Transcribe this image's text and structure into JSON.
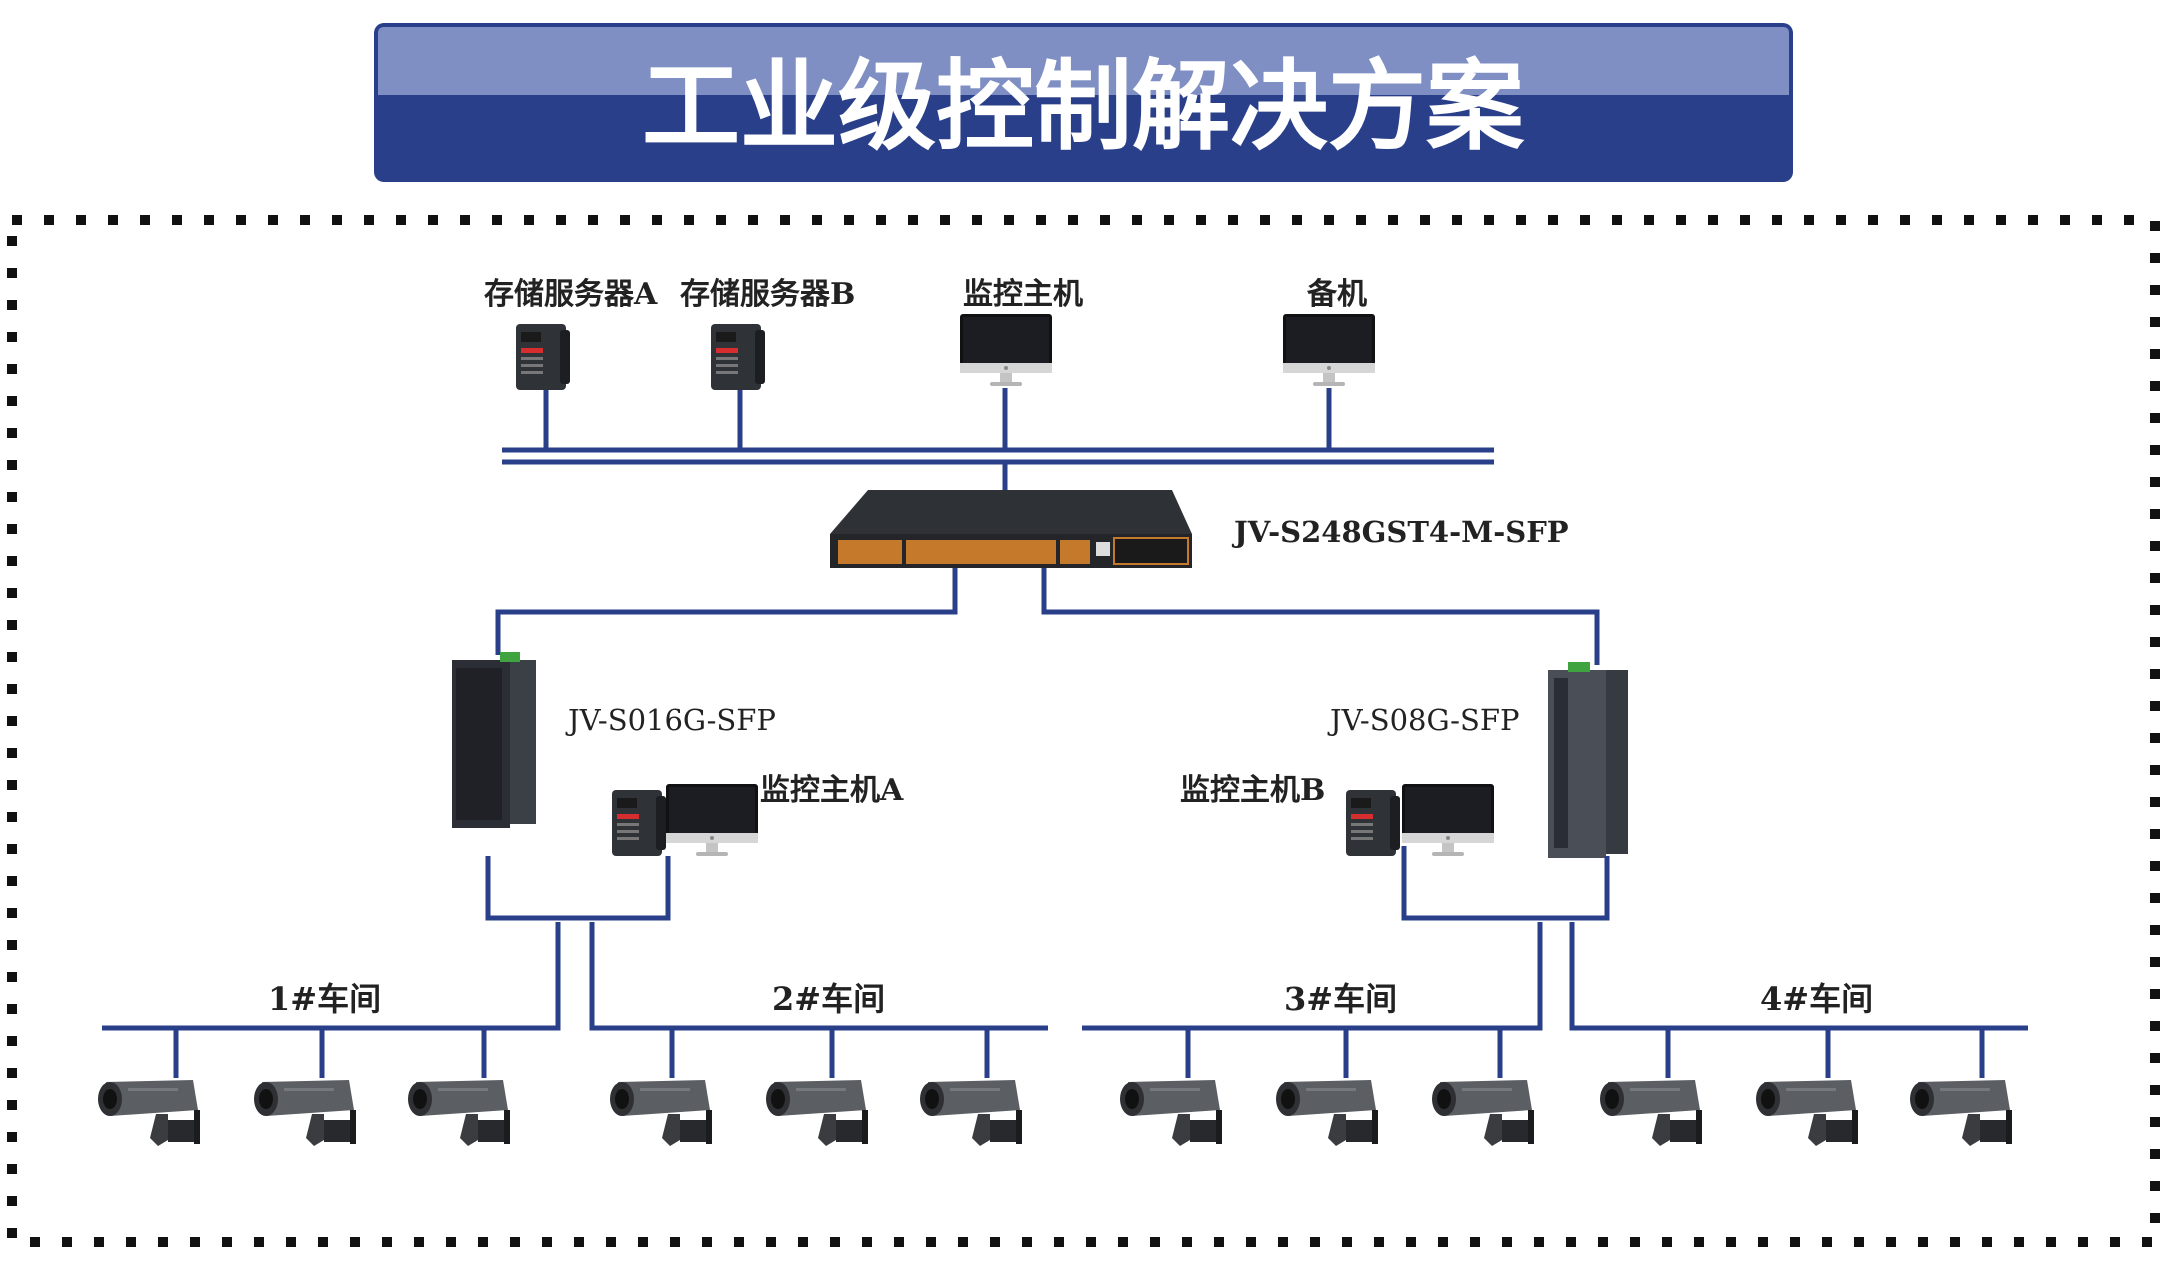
{
  "title": "工业级控制解决方案",
  "colors": {
    "title_bg": "#2a3f8a",
    "title_band": "#7f8fc4",
    "line": "#2a3f8a",
    "border_dots": "#111111",
    "device_body": "#33363b"
  },
  "top_nodes": {
    "storage_a": "存储服务器A",
    "storage_b": "存储服务器B",
    "monitor_host": "监控主机",
    "backup": "备机"
  },
  "core_switch": {
    "model": "JV-S248GST4-M-SFP"
  },
  "left_branch": {
    "switch_model": "JV-S016G-SFP",
    "host_label": "监控主机A"
  },
  "right_branch": {
    "switch_model": "JV-S08G-SFP",
    "host_label": "监控主机B"
  },
  "workshops": [
    "1#车间",
    "2#车间",
    "3#车间",
    "4#车间"
  ],
  "icons": {
    "server": "server-tower-icon",
    "monitor": "desktop-monitor-icon",
    "core_switch": "rack-switch-icon",
    "industrial_switch": "din-rail-switch-icon",
    "camera": "bullet-camera-icon"
  }
}
